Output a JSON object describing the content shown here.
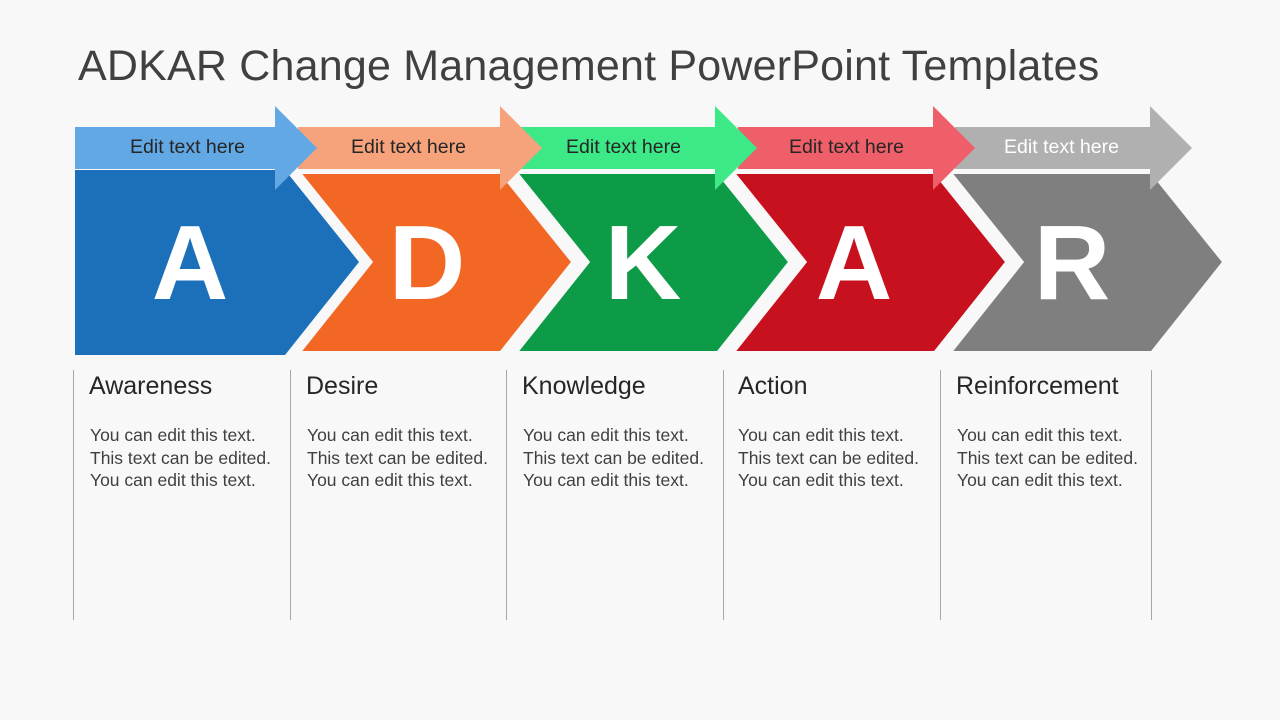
{
  "title": "ADKAR Change Management PowerPoint Templates",
  "colors": {
    "background": "#f8f8f8",
    "awareness": "#1b70b9",
    "awareness_light": "#62a8e5",
    "desire": "#f26724",
    "desire_light": "#f6a37c",
    "knowledge": "#0d9b48",
    "knowledge_light": "#3de887",
    "action": "#c8111f",
    "action_light": "#ef5f69",
    "reinforcement": "#807f7f",
    "reinforcement_light": "#b1b0b0"
  },
  "stages": [
    {
      "letter": "A",
      "tab_label": "Edit text here",
      "heading": "Awareness",
      "body": "You can edit this text. This text can be edited. You can edit this text."
    },
    {
      "letter": "D",
      "tab_label": "Edit text here",
      "heading": "Desire",
      "body": "You can edit this text. This text can be edited. You can edit this text."
    },
    {
      "letter": "K",
      "tab_label": "Edit text here",
      "heading": "Knowledge",
      "body": "You can edit this text. This text can be edited. You can edit this text."
    },
    {
      "letter": "A",
      "tab_label": "Edit text here",
      "heading": "Action",
      "body": "You can edit this text. This text can be edited. You can edit this text."
    },
    {
      "letter": "R",
      "tab_label": "Edit text here",
      "heading": "Reinforcement",
      "body": "You can edit this text. This text can be edited. You can edit this text."
    }
  ]
}
